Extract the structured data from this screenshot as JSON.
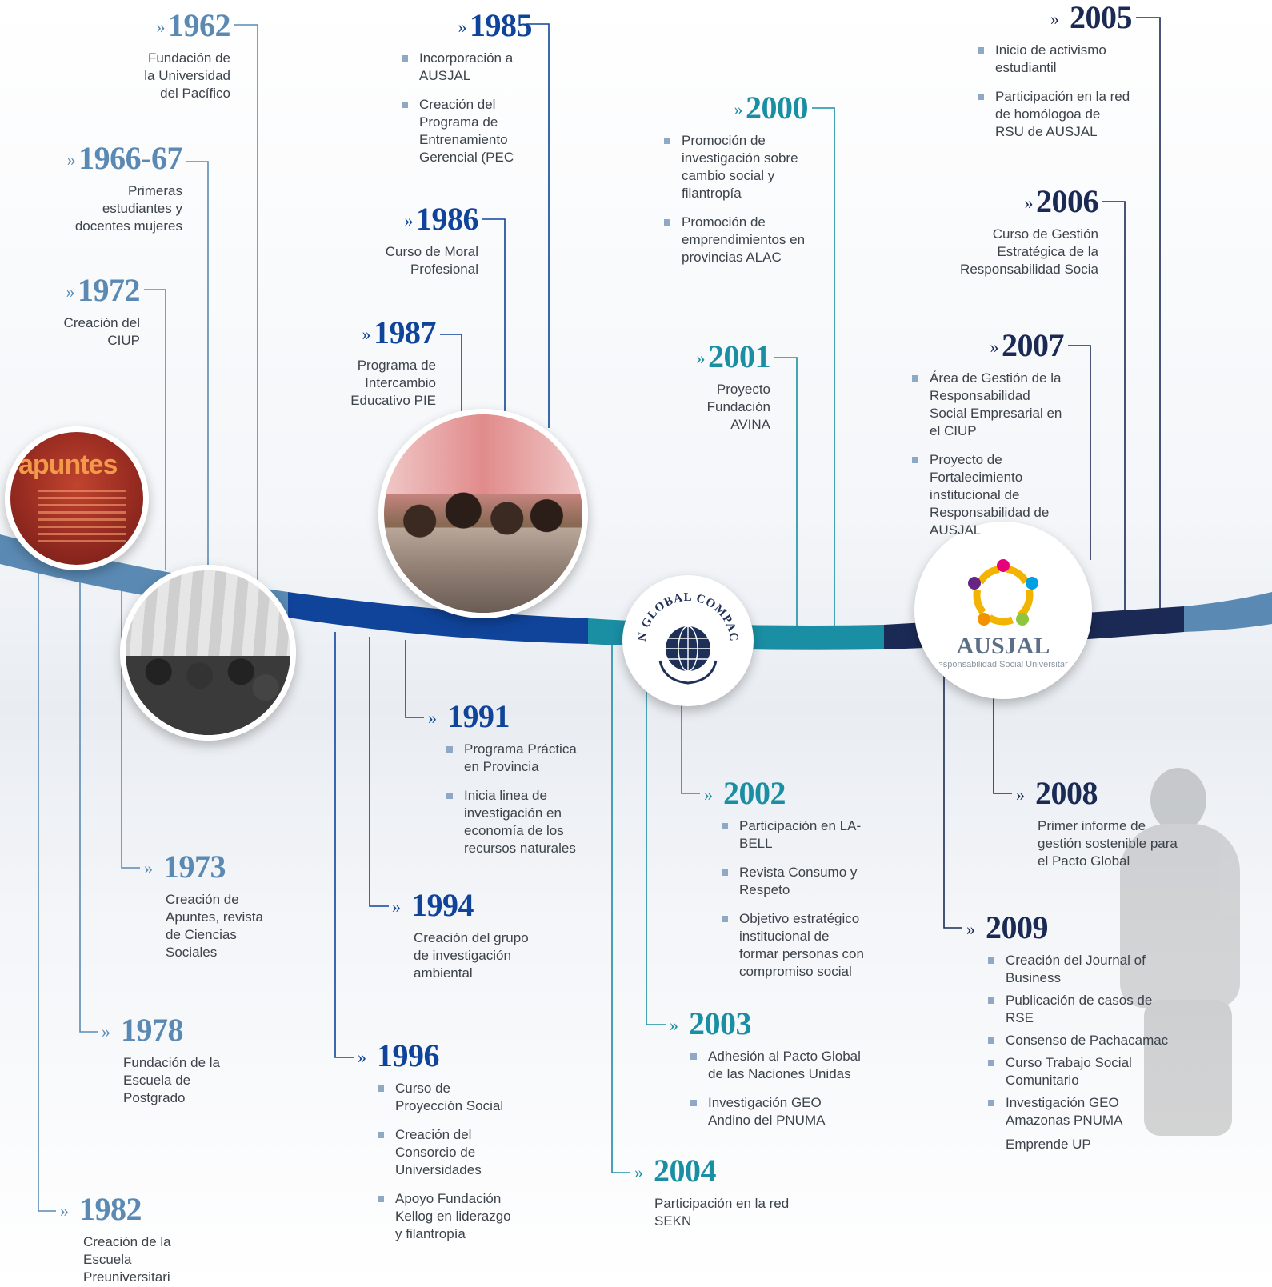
{
  "timeline": {
    "colors": {
      "band1": "#5a8ab4",
      "band2": "#10449a",
      "band3": "#1a8ea3",
      "band4": "#1b2a55"
    },
    "events": [
      {
        "year": "1962",
        "text": "Fundación de la Universidad del Pacífico"
      },
      {
        "year": "1966-67",
        "text": "Primeras estudiantes y docentes mujeres"
      },
      {
        "year": "1972",
        "text": "Creación del CIUP"
      },
      {
        "year": "1973",
        "text": "Creación de Apuntes, revista de Ciencias Sociales"
      },
      {
        "year": "1978",
        "text": "Fundación de la Escuela de Postgrado"
      },
      {
        "year": "1982",
        "text": "Creación de la Escuela Preuniversitari"
      },
      {
        "year": "1985",
        "items": [
          "Incorporación a AUSJAL",
          "Creación del Programa de Entrenamiento Gerencial (PEC"
        ]
      },
      {
        "year": "1986",
        "text": "Curso de Moral Profesional"
      },
      {
        "year": "1987",
        "text": "Programa de Intercambio Educativo PIE"
      },
      {
        "year": "1991",
        "items": [
          "Programa Práctica en Provincia",
          "Inicia linea de investigación en economía de los recursos naturales"
        ]
      },
      {
        "year": "1994",
        "text": "Creación del grupo de investigación ambiental"
      },
      {
        "year": "1996",
        "items": [
          "Curso de Proyección Social",
          "Creación del Consorcio de Universidades",
          "Apoyo Fundación Kellog en liderazgo y filantropía"
        ]
      },
      {
        "year": "2000",
        "items": [
          "Promoción de investigación sobre cambio social y filantropía",
          "Promoción de emprendimientos en provincias ALAC"
        ]
      },
      {
        "year": "2001",
        "text": "Proyecto Fundación AVINA"
      },
      {
        "year": "2002",
        "items": [
          "Participación en LA-BELL",
          "Revista Consumo y Respeto",
          "Objetivo estratégico institucional de formar personas con compromiso social"
        ]
      },
      {
        "year": "2003",
        "items": [
          "Adhesión al Pacto Global de las Naciones Unidas",
          "Investigación GEO Andino del PNUMA"
        ]
      },
      {
        "year": "2004",
        "text": "Participación en la red SEKN"
      },
      {
        "year": "2005",
        "items": [
          "Inicio de activismo estudiantil",
          "Participación en la red de homólogoa de RSU de AUSJAL"
        ]
      },
      {
        "year": "2006",
        "text": "Curso de Gestión Estratégica de la Responsabilidad Socia"
      },
      {
        "year": "2007",
        "items": [
          "Área de Gestión de la Responsabilidad Social Empresarial en el CIUP",
          "Proyecto de Fortalecimiento institucional de Responsabilidad de AUSJAL"
        ]
      },
      {
        "year": "2008",
        "text": "Primer informe de gestión sostenible para el Pacto Global"
      },
      {
        "year": "2009",
        "items": [
          "Creación del Journal of Business",
          "Publicación de casos de RSE",
          "Consenso de Pachacamac",
          "Curso Trabajo Social Comunitario",
          "Investigación GEO Amazonas PNUMA"
        ],
        "extra": "Emprende UP"
      }
    ]
  },
  "logos": {
    "apuntes": "apuntes",
    "global_compact": "UN GLOBAL COMPACT",
    "ausjal_name": "AUSJAL",
    "ausjal_sub": "Responsabilidad Social Universitaria"
  }
}
